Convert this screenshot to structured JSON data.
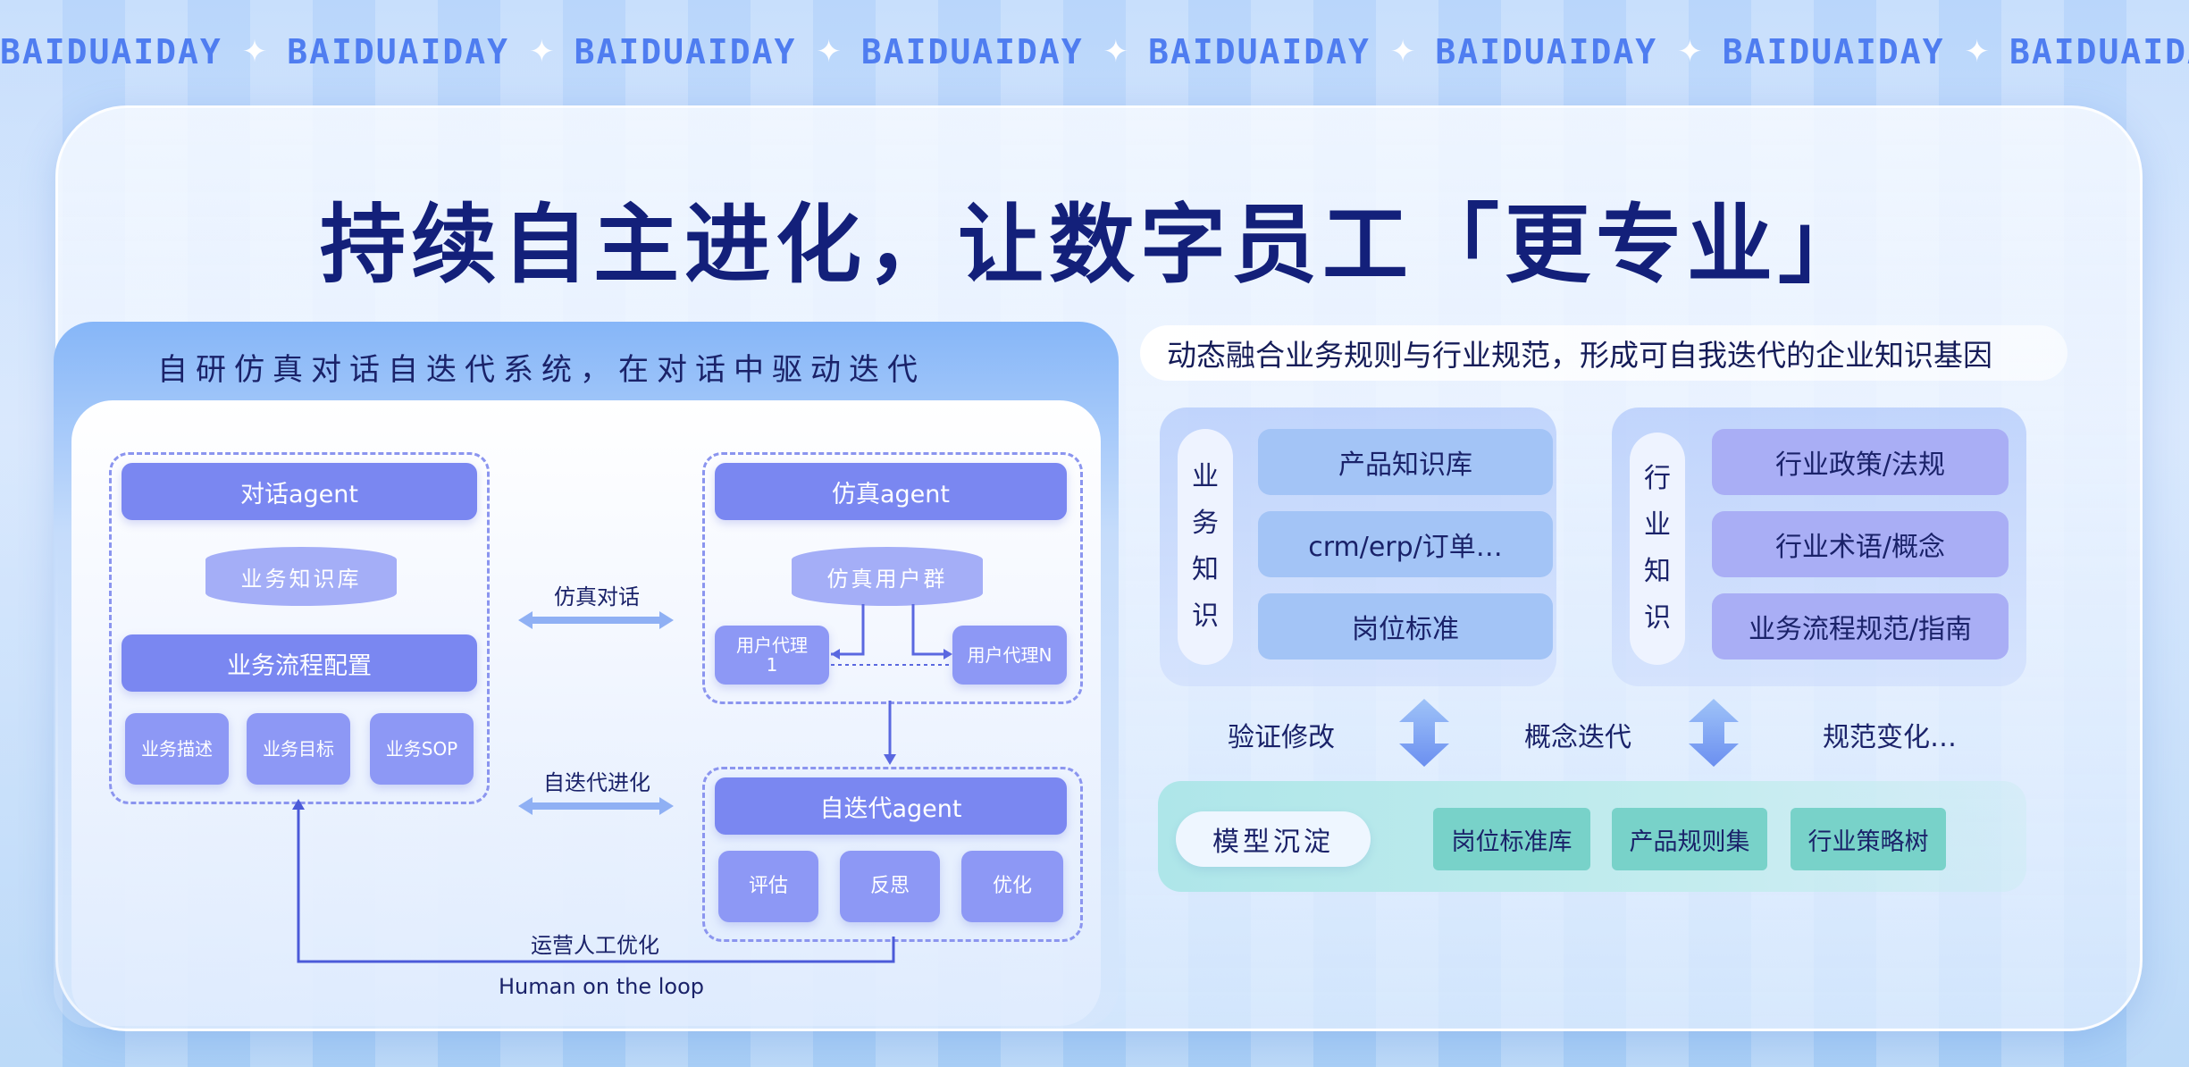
{
  "banner": {
    "word": "BAIDUAIDAY",
    "count": 9
  },
  "title": "持续自主进化，让数字员工「更专业」",
  "left": {
    "panel_title": "自研仿真对话自迭代系统，在对话中驱动迭代",
    "dialog_agent": "对话agent",
    "biz_kb": "业务知识库",
    "biz_flow": "业务流程配置",
    "biz_desc": "业务描述",
    "biz_goal": "业务目标",
    "biz_sop": "业务SOP",
    "sim_agent": "仿真agent",
    "sim_users": "仿真用户群",
    "proxy_1_line1": "用户代理",
    "proxy_1_line2": "1",
    "proxy_n": "用户代理N",
    "self_agent": "自迭代agent",
    "eval": "评估",
    "reflect": "反思",
    "optimize": "优化",
    "sim_dialog_label": "仿真对话",
    "self_evolve_label": "自迭代进化",
    "ops_label": "运营人工优化",
    "hotl_label": "Human on the  loop"
  },
  "right": {
    "header": "动态融合业务规则与行业规范，形成可自我迭代的企业知识基因",
    "biz_knowledge_chars": [
      "业",
      "务",
      "知",
      "识"
    ],
    "biz_items": [
      "产品知识库",
      "crm/erp/订单…",
      "岗位标准"
    ],
    "ind_knowledge_chars": [
      "行",
      "业",
      "知",
      "识"
    ],
    "ind_items": [
      "行业政策/法规",
      "行业术语/概念",
      "业务流程规范/指南"
    ],
    "mid_labels": [
      "验证修改",
      "概念迭代",
      "规范变化…"
    ],
    "model_label": "模型沉淀",
    "model_items": [
      "岗位标准库",
      "产品规则集",
      "行业策略树"
    ]
  },
  "colors": {
    "title": "#13207a",
    "node": "#7a87f1",
    "dash": "#8b95ef",
    "teal": "#78d2c9",
    "banner": "#4f7df0"
  }
}
